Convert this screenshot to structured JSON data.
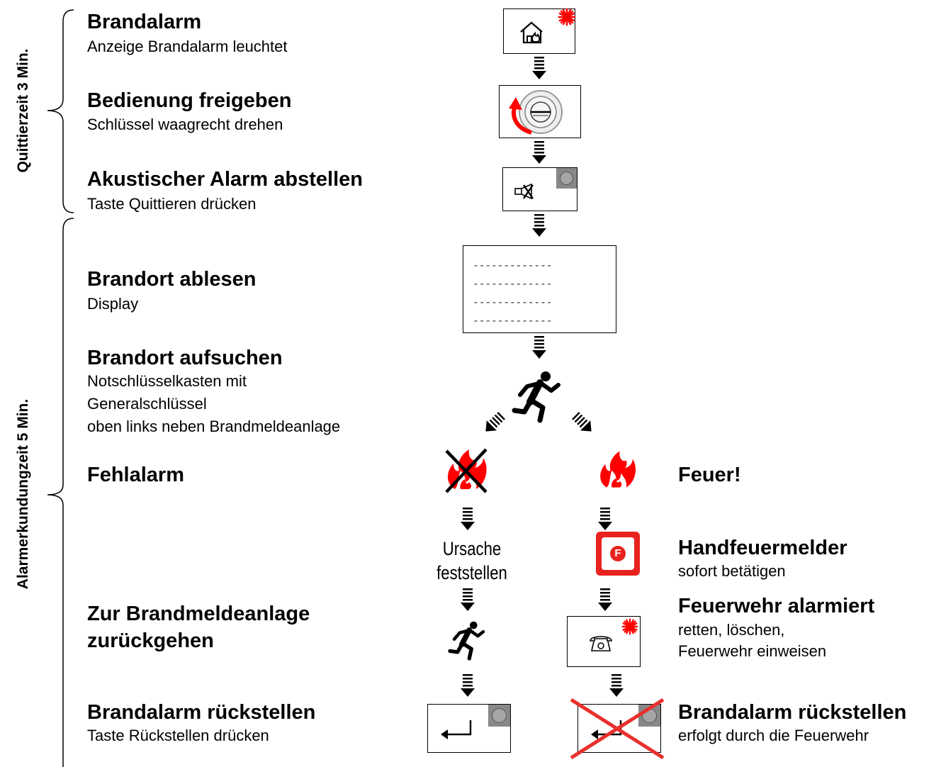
{
  "left_labels": {
    "quittierzeit": "Quittierzeit 3 Min.",
    "alarmerkundungszeit": "Alarmerkundungzeit 5 Min."
  },
  "steps": {
    "brandalarm": {
      "title": "Brandalarm",
      "sub": "Anzeige Brandalarm leuchtet"
    },
    "freigeben": {
      "title": "Bedienung freigeben",
      "sub": "Schlüssel waagrecht drehen"
    },
    "akustisch": {
      "title": "Akustischer Alarm abstellen",
      "sub": "Taste Quittieren drücken"
    },
    "ablesen": {
      "title": "Brandort ablesen",
      "sub": "Display"
    },
    "aufsuchen": {
      "title": "Brandort aufsuchen",
      "sub_lines": [
        "Notschlüsselkasten mit",
        "Generalschlüssel",
        "oben links neben Brandmeldeanlage"
      ]
    },
    "fehlalarm": {
      "title": "Fehlalarm"
    },
    "feuer": {
      "title": "Feuer!"
    },
    "ursache": {
      "lines": [
        "Ursache",
        "feststellen"
      ]
    },
    "handfeuermelder": {
      "title": "Handfeuermelder",
      "sub": "sofort betätigen"
    },
    "zurueck": {
      "title_lines": [
        "Zur Brandmeldeanlage",
        "zurückgehen"
      ]
    },
    "feuerwehr": {
      "title": "Feuerwehr alarmiert",
      "sub_lines": [
        "retten, löschen,",
        "Feuerwehr einweisen"
      ]
    },
    "rueckstellen_left": {
      "title": "Brandalarm rückstellen",
      "sub": "Taste Rückstellen drücken"
    },
    "rueckstellen_right": {
      "title": "Brandalarm rückstellen",
      "sub": "erfolgt durch die Feuerwehr"
    }
  },
  "display_lines": [
    "-------------",
    "-------------",
    "-------------",
    "-------------"
  ],
  "hfm_letter": "F",
  "icons": [
    "house-fire-icon",
    "key-switch-icon",
    "mute-speaker-icon",
    "running-person-icon",
    "no-fire-icon",
    "fire-icon",
    "manual-call-point-icon",
    "telephone-icon",
    "reset-icon"
  ],
  "colors": {
    "alarm_red": "#ff0000",
    "cross_red": "#e8302c",
    "grey_led": "#888888"
  }
}
